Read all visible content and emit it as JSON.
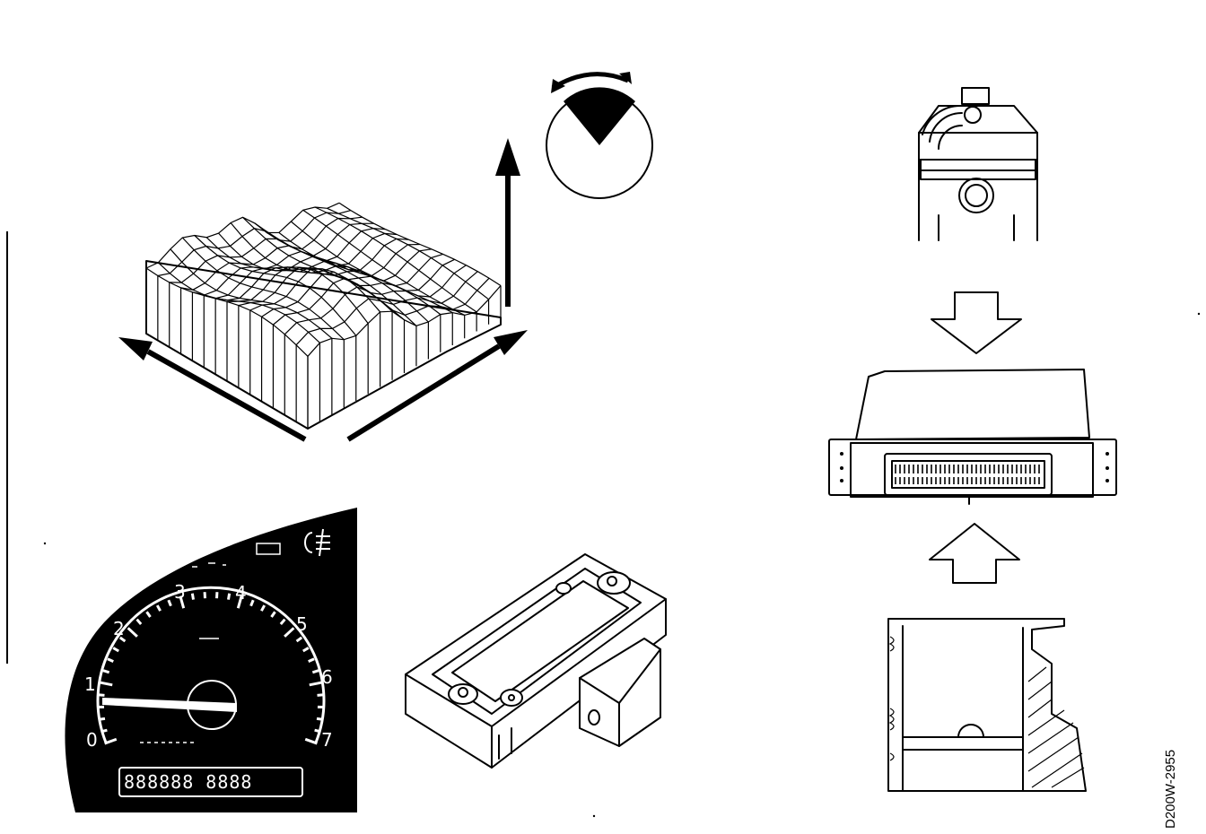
{
  "figure": {
    "code": "D200W-2955"
  },
  "tachometer": {
    "scale": [
      "0",
      "1",
      "2",
      "3",
      "4",
      "5",
      "6",
      "7"
    ],
    "odometer": "888888 8888"
  }
}
